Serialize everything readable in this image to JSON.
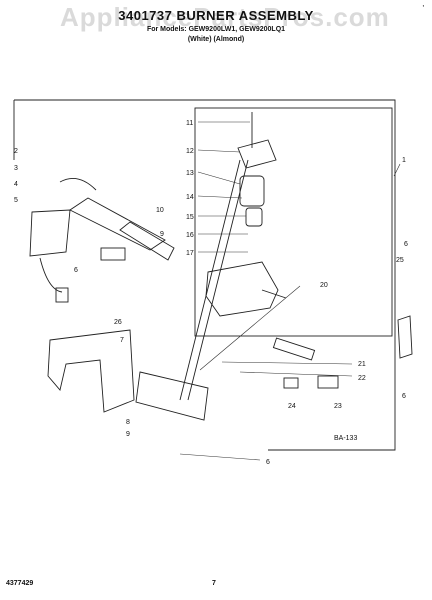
{
  "header": {
    "title": "3401737 BURNER ASSEMBLY",
    "models": "For Models: GEW9200LW1, GEW9200LQ1",
    "colors": "(White)       (Almond)",
    "watermark": "AppliancePartsPros.com",
    "corner_mark": "'"
  },
  "diagram": {
    "callouts": [
      "1",
      "2",
      "3",
      "4",
      "5",
      "6",
      "7",
      "8",
      "9",
      "10",
      "11",
      "12",
      "13",
      "14",
      "15",
      "16",
      "17",
      "20",
      "21",
      "22",
      "23",
      "24",
      "25",
      "26"
    ],
    "figure_code": "BA-133"
  },
  "footer": {
    "doc_number": "4377429",
    "page_number": "7"
  }
}
